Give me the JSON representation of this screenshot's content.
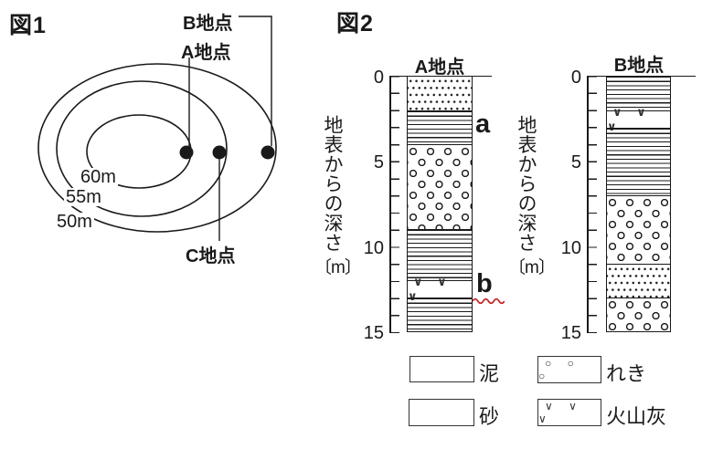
{
  "figure1": {
    "title": "図1",
    "contour_labels": [
      "60m",
      "55m",
      "50m"
    ],
    "contour_elevations_m": [
      60,
      55,
      50
    ],
    "points": {
      "a": "A地点",
      "b": "B地点",
      "c": "C地点"
    }
  },
  "figure2": {
    "title": "図2",
    "depth_axis": {
      "label": "地表からの深さ",
      "unit": "〔m〕",
      "tick_labels": [
        "0",
        "5",
        "10",
        "15"
      ],
      "min_m": 0,
      "max_m": 15
    },
    "columns": [
      {
        "title": "A地点",
        "layers": [
          {
            "material": "砂",
            "pattern": "sand",
            "from_m": 0,
            "to_m": 2
          },
          {
            "material": "泥",
            "pattern": "mud",
            "from_m": 2,
            "to_m": 4,
            "marker": "a"
          },
          {
            "material": "れき",
            "pattern": "gravel",
            "from_m": 4,
            "to_m": 9
          },
          {
            "material": "泥",
            "pattern": "mud",
            "from_m": 9,
            "to_m": 12
          },
          {
            "material": "火山灰",
            "pattern": "ash",
            "from_m": 12,
            "to_m": 13,
            "marker": "b"
          },
          {
            "material": "泥",
            "pattern": "mud",
            "from_m": 13,
            "to_m": 15
          }
        ]
      },
      {
        "title": "B地点",
        "layers": [
          {
            "material": "泥",
            "pattern": "mud",
            "from_m": 0,
            "to_m": 2
          },
          {
            "material": "火山灰",
            "pattern": "ash",
            "from_m": 2,
            "to_m": 3
          },
          {
            "material": "泥",
            "pattern": "mud",
            "from_m": 3,
            "to_m": 7
          },
          {
            "material": "れき",
            "pattern": "gravel",
            "from_m": 7,
            "to_m": 11
          },
          {
            "material": "砂",
            "pattern": "sand",
            "from_m": 11,
            "to_m": 13
          },
          {
            "material": "れき",
            "pattern": "gravel",
            "from_m": 13,
            "to_m": 15
          }
        ]
      }
    ],
    "glyphs": {
      "ash": "∨ ∨ ∨",
      "gravel": "○ ○ ○"
    },
    "legend": [
      {
        "pattern": "mud",
        "label": "泥"
      },
      {
        "pattern": "gravel",
        "label": "れき"
      },
      {
        "pattern": "sand",
        "label": "砂"
      },
      {
        "pattern": "ash",
        "label": "火山灰"
      }
    ]
  },
  "colors": {
    "ink": "#1a1a1a",
    "marker_underline": "#c42222",
    "background": "#ffffff"
  }
}
